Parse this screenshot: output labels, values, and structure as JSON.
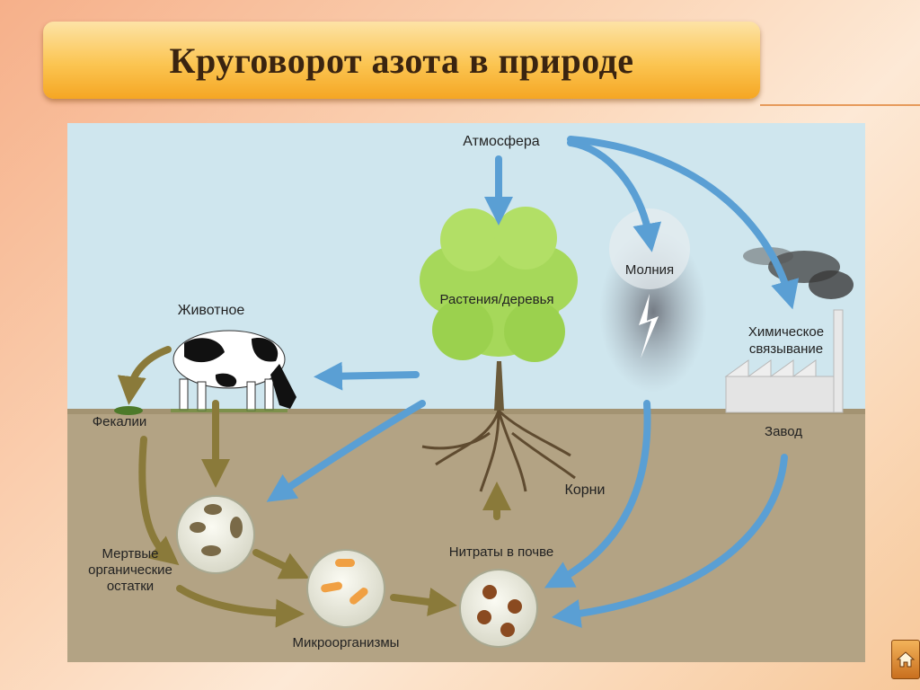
{
  "title": "Круговорот азота в природе",
  "labels": {
    "atmosphere": "Атмосфера",
    "plants": "Растения/деревья",
    "lightning": "Молния",
    "chemical_fixation_line1": "Химическое",
    "chemical_fixation_line2": "связывание",
    "factory": "Завод",
    "animal": "Животное",
    "feces": "Фекалии",
    "dead_remains_line1": "Мертвые",
    "dead_remains_line2": "органические",
    "dead_remains_line3": "остатки",
    "roots": "Корни",
    "nitrates": "Нитраты в почве",
    "microorganisms": "Микроорганизмы"
  },
  "colors": {
    "sky": "#cfe6ee",
    "soil": "#b3a384",
    "blue_arrow": "#5a9fd4",
    "brown_arrow": "#8a7a3a",
    "tree": "#a6d85a"
  },
  "nav": {
    "home_icon": "home-icon"
  }
}
